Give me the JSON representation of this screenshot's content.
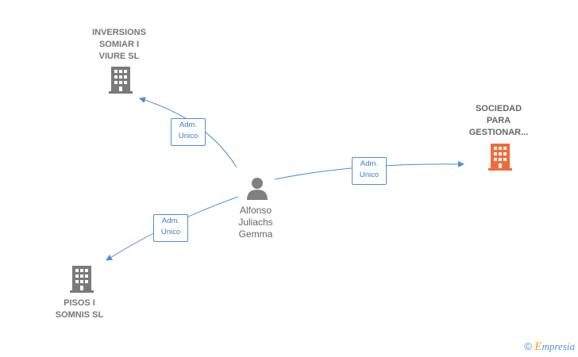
{
  "nodes": {
    "inversions": {
      "label": "INVERSIONS\nSOMIAR I\nVIURE  SL"
    },
    "sociedad": {
      "label": "SOCIEDAD\nPARA\nGESTIONAR..."
    },
    "pisos": {
      "label": "PISOS I\nSOMNIS  SL"
    },
    "person": {
      "label": "Alfonso\nJuliachs\nGemma"
    }
  },
  "edges": {
    "to_inversions": {
      "label": "Adm.\nUnico"
    },
    "to_sociedad": {
      "label": "Adm.\nUnico"
    },
    "to_pisos": {
      "label": "Adm.\nUnico"
    }
  },
  "colors": {
    "edge": "#4a90d9",
    "company_gray": "#7a7a7a",
    "company_highlight": "#f26b3a",
    "person": "#808080"
  },
  "icons": {
    "company": "building-icon",
    "person": "person-icon"
  },
  "brand": {
    "symbol": "©",
    "first": "E",
    "rest": "mpresia"
  }
}
